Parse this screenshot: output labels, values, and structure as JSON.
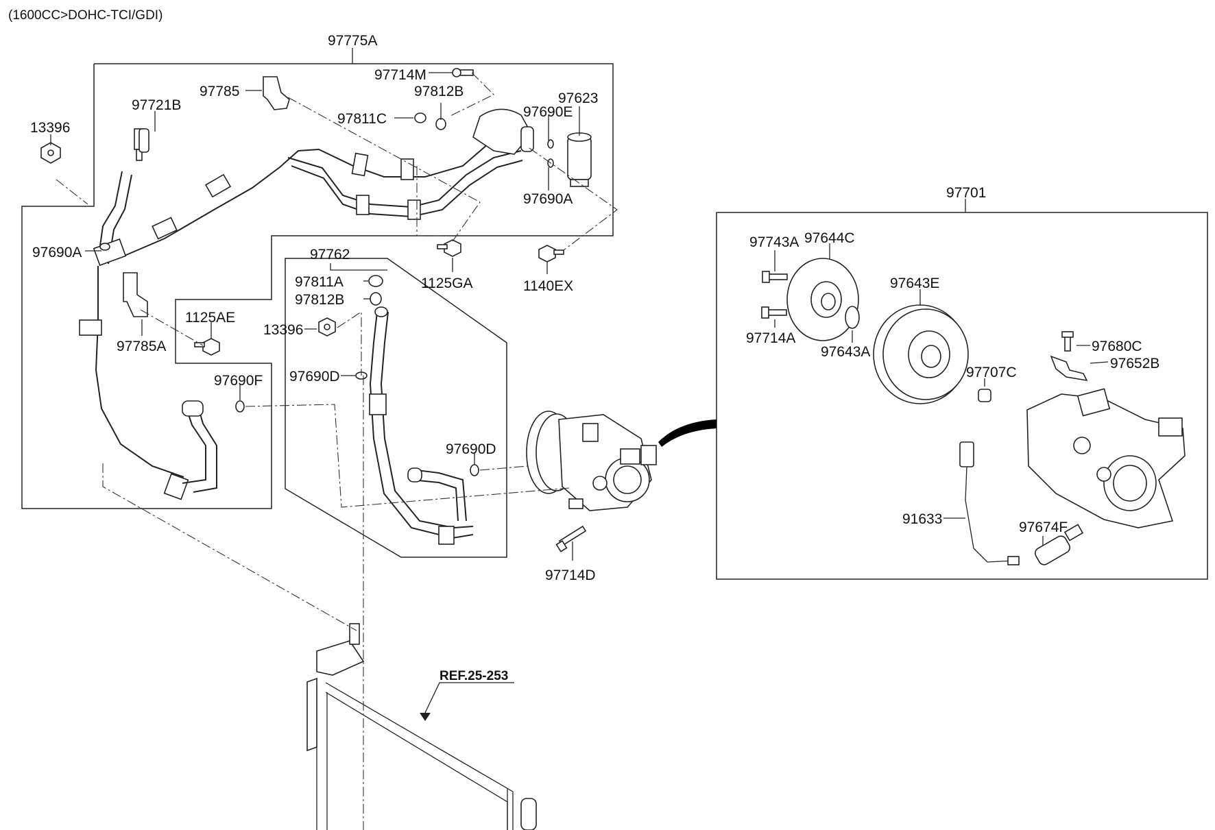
{
  "header": {
    "engine_spec": "(1600CC>DOHC-TCI/GDI)"
  },
  "reference": {
    "label": "REF.25-253"
  },
  "parts": {
    "p97775A": "97775A",
    "p97714M": "97714M",
    "p97785": "97785",
    "p97812B_top": "97812B",
    "p97623": "97623",
    "p97721B": "97721B",
    "p97811C": "97811C",
    "p97690E": "97690E",
    "p13396_left": "13396",
    "p97690A_right": "97690A",
    "p97690A_left": "97690A",
    "p1125GA": "1125GA",
    "p1140EX": "1140EX",
    "p97762": "97762",
    "p97811A": "97811A",
    "p97812B_mid": "97812B",
    "p1125AE": "1125AE",
    "p13396_mid": "13396",
    "p97785A": "97785A",
    "p97690F": "97690F",
    "p97690D_upper": "97690D",
    "p97690D_lower": "97690D",
    "p97714D": "97714D",
    "p97701": "97701",
    "p97743A": "97743A",
    "p97644C": "97644C",
    "p97643E": "97643E",
    "p97714A": "97714A",
    "p97643A": "97643A",
    "p97680C": "97680C",
    "p97652B": "97652B",
    "p97707C": "97707C",
    "p91633": "91633",
    "p97674F": "97674F"
  }
}
